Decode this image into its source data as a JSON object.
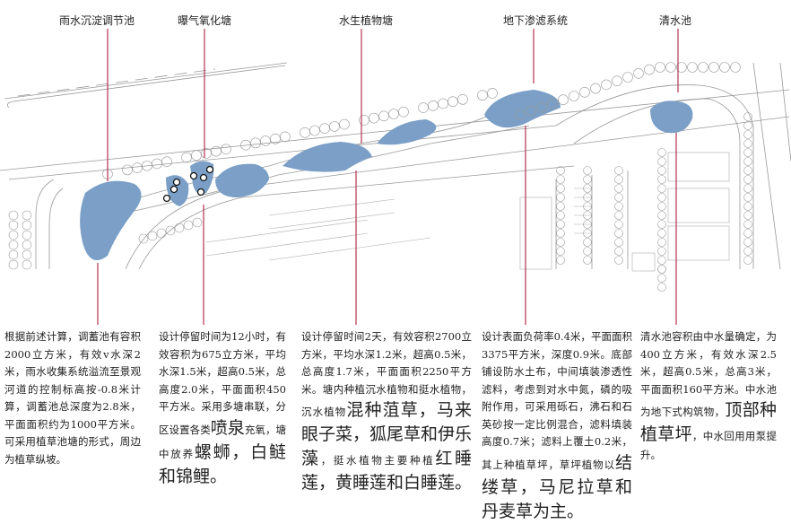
{
  "titles": [
    "雨水沉淀调节池",
    "曝气氧化塘",
    "水生植物塘",
    "地下渗滤系统",
    "清水池"
  ],
  "descriptions": {
    "rain_pond": {
      "p1": "根据前述计算，调蓄池有容积2000立方米，有效v水深2米，雨水收集系统溢流至景观河道的控制标高按-0.8米计算，调蓄池总深度为2.8米，平面面积约为1000平方米。可采用植草池塘的形式，周边为植草纵坡。"
    },
    "aeration_pond": {
      "p1": "设计停留时间为12小时，有效容积为675立方米，平均水深1.5米，超高0.5米，总高度2.0米，平面面积450平方米。采用多塘串联，分区设置各类",
      "b1": "喷泉",
      "p2": "充氧，塘中放养",
      "b2": "螺蛳，白鲢和锦鲤。"
    },
    "plant_pond": {
      "p1": "设计停留时间2天，有效容积2700立方米，平均水深1.2米，超高0.5米，总高度1.7米，平面面积2250平方米。塘内种植沉水植物和挺水植物，沉水植物",
      "b1": "混种菹草，马来眼子菜，狐尾草和伊乐藻",
      "p2": "，挺水植物主要种植",
      "b2": "红睡莲，黄睡莲和白睡莲。"
    },
    "infiltration": {
      "p1": "设计表面负荷率0.4米，平面面积3375平方米，深度0.9米。底部铺设防水土布，中间填装渗透性滤料，考虑到对水中氮，磷的吸附作用，可采用砾石，沸石和石英砂按一定比例混合，滤料填装高度0.7米；滤料上覆土0.2米，其上种植草坪，草坪植物以",
      "b1": "结缕草，马尼拉草和丹麦草为主。"
    },
    "clear_pool": {
      "p1": "清水池容积由中水量确定，为400立方米，有效水深2.5米，超高0.5米，总高3米，平面面积160平方米。中水池为地下式构筑物，",
      "b1": "顶部种植草坪",
      "p2": "，中水回用用泵提升。"
    }
  },
  "colors": {
    "water": "#7b9fc6",
    "leader": "#b2344f",
    "lines": "#8a8a8a"
  }
}
